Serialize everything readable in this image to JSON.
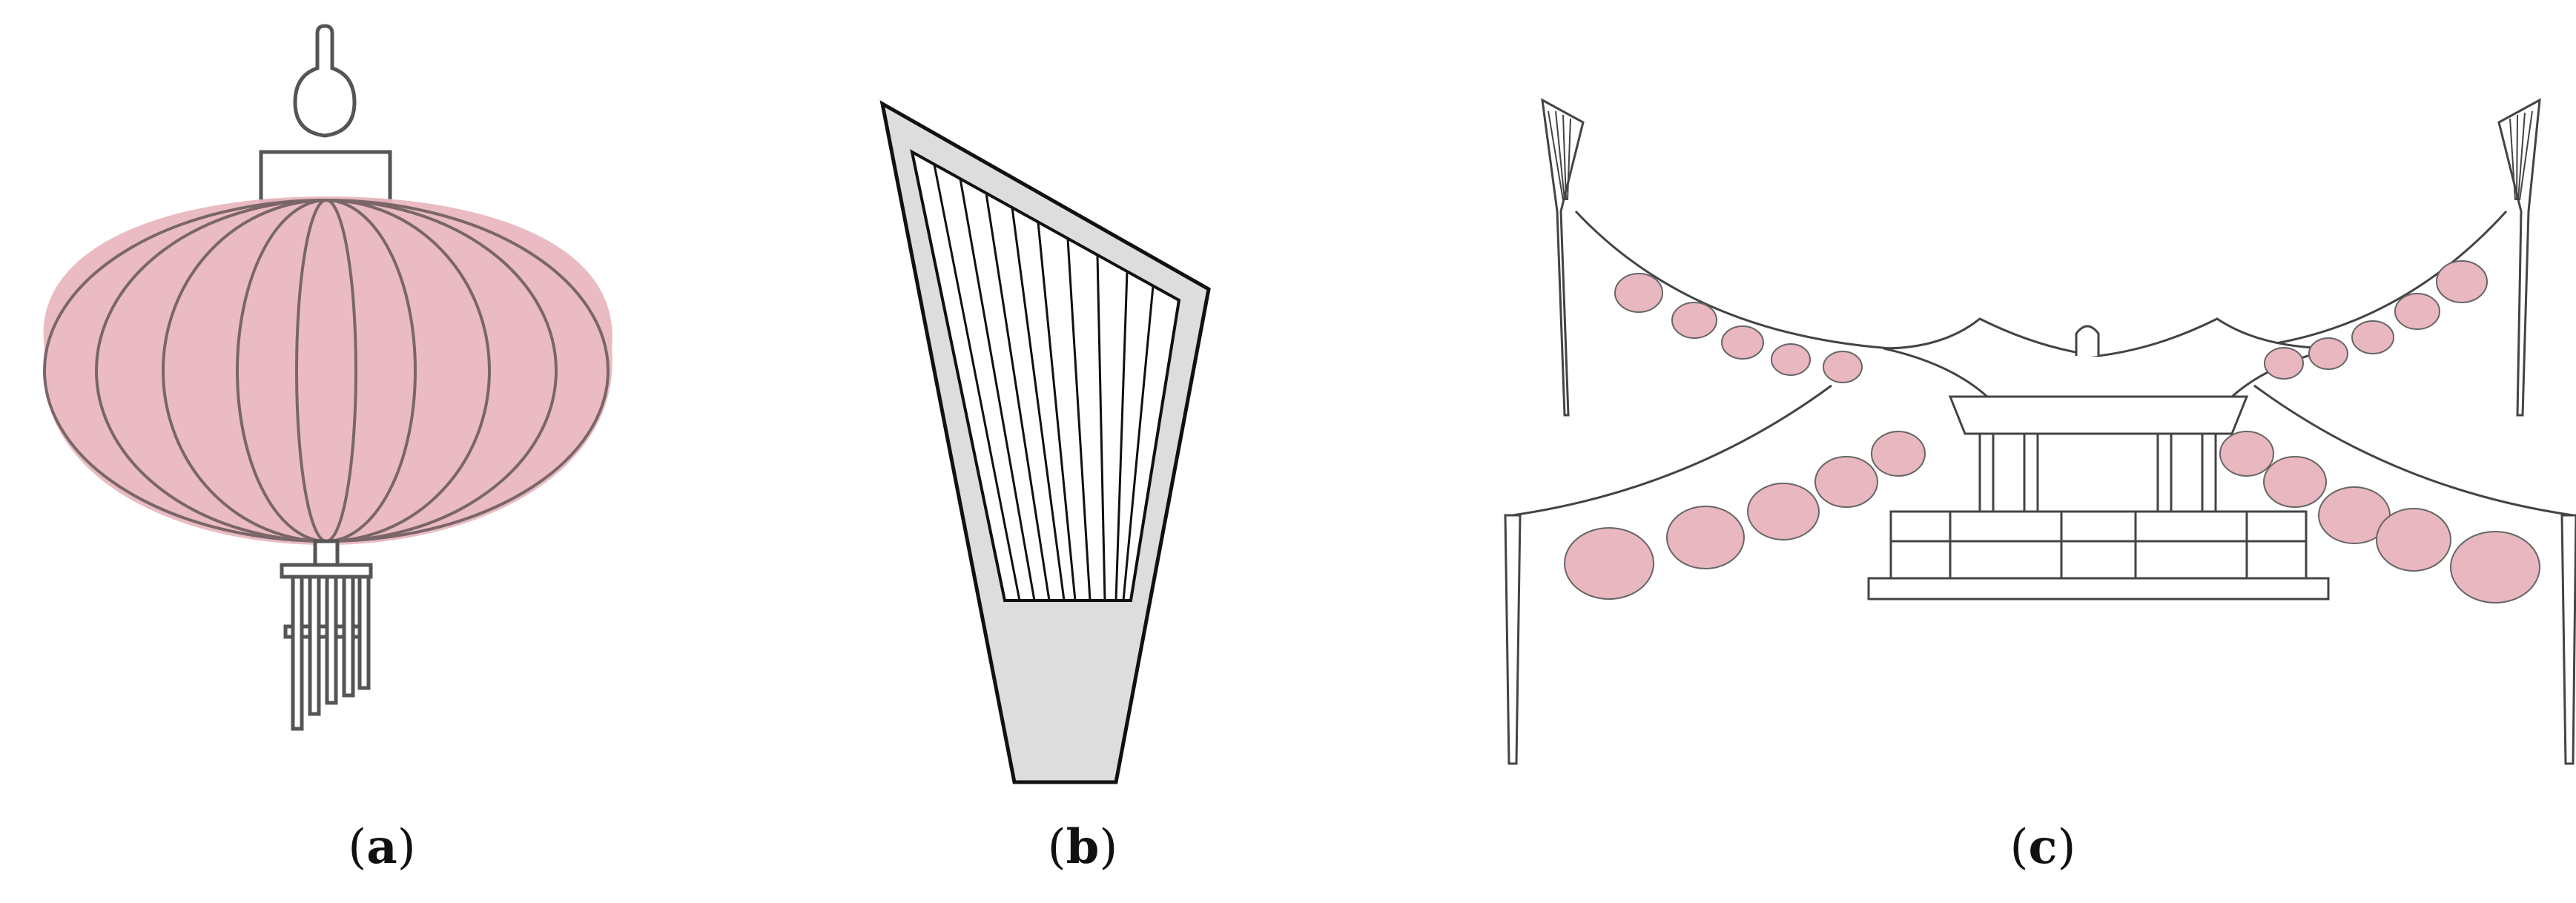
{
  "colors": {
    "lantern_fill": "#e9b7bf",
    "frame_fill": "#dddddd",
    "outline": "#3a3a3a"
  },
  "captions": {
    "a": "a",
    "b": "b",
    "c": "c"
  },
  "icons": [
    "red-lantern-icon",
    "lantern-frame-icon",
    "pavilion-scene-icon"
  ]
}
